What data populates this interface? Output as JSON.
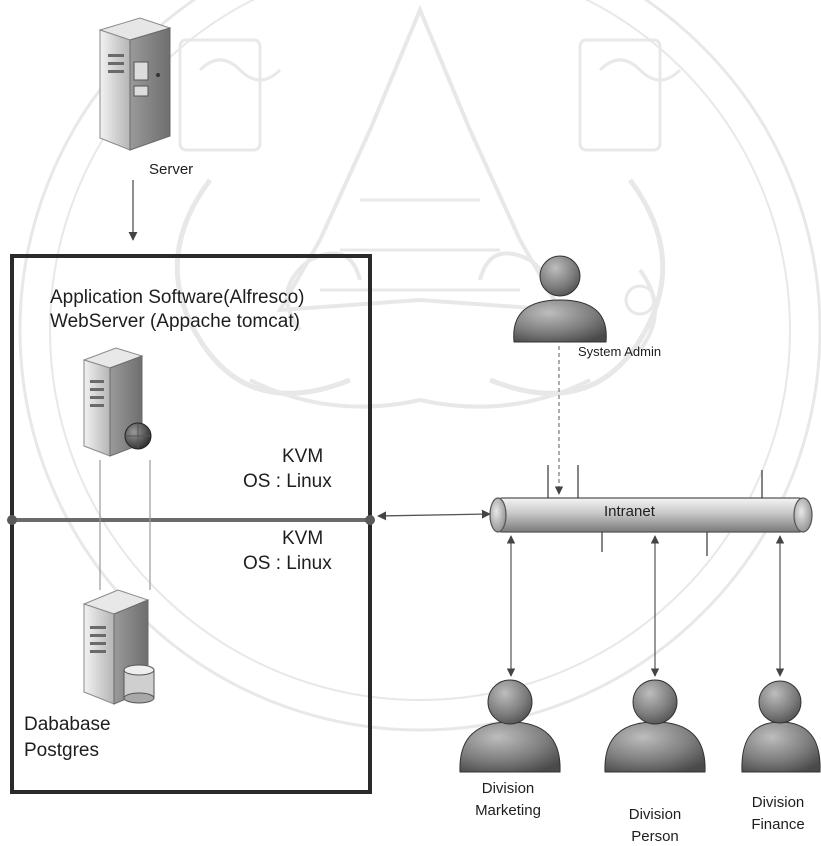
{
  "diagram": {
    "server_label": "Server",
    "vm_top": {
      "app_label": "Application Software(Alfresco)",
      "web_label": "WebServer (Appache tomcat)",
      "kvm_label": "KVM",
      "os_label": "OS : Linux"
    },
    "vm_bottom": {
      "kvm_label": "KVM",
      "os_label": "OS : Linux",
      "db_label_1": "Dababase",
      "db_label_2": "Postgres"
    },
    "intranet_label": "Intranet",
    "admin_label": "System Admin",
    "divisions": [
      {
        "line1": "Division",
        "line2": "Marketing"
      },
      {
        "line1": "Division",
        "line2": "Person"
      },
      {
        "line1": "Division",
        "line2": "Finance"
      }
    ]
  }
}
